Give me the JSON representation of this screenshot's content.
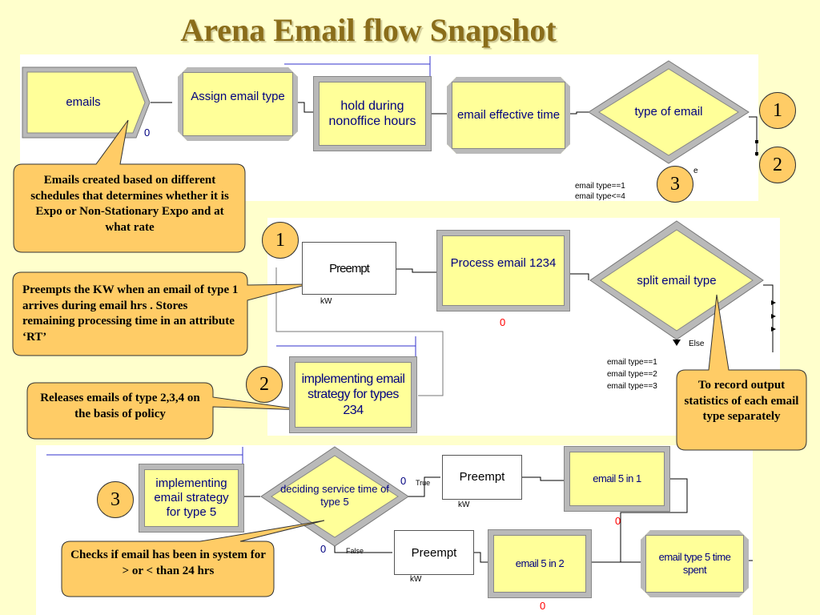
{
  "title": "Arena Email flow Snapshot",
  "flow1": {
    "emails": "emails",
    "assign": "Assign email type",
    "hold": "hold during nonoffice hours",
    "effective": "email effective time",
    "type_decide": "type of email",
    "cond1": "email type==1",
    "cond2": "email type<=4",
    "else_partial": "e",
    "counter": "0"
  },
  "flow2": {
    "preempt": "Preempt",
    "kw": "kW",
    "process": "Process email 1234",
    "split": "split email type",
    "implementing": "implementing email strategy for types 234",
    "cond1": "email type==1",
    "cond2": "email type==2",
    "cond3": "email type==3",
    "else": "Else",
    "counter": "0"
  },
  "flow3": {
    "implementing5": "implementing email strategy for type 5",
    "deciding": "deciding service time of type 5",
    "true_label": "True",
    "false_label": "False",
    "preempt_a": "Preempt",
    "preempt_b": "Preempt",
    "kw": "kW",
    "email5in1": "email 5 in 1",
    "email5in2": "email 5 in 2",
    "time_spent": "email type 5 time spent",
    "counter": "0"
  },
  "callouts": {
    "c1": "Emails created based on different schedules that determines whether it is Expo or Non-Stationary Expo and at what rate",
    "c2": "Preempts the KW when an email of type 1 arrives during email hrs . Stores remaining processing time in an attribute ‘RT’",
    "c3": "Releases emails of type 2,3,4 on the basis of policy",
    "c4": "To record output statistics of each email type separately",
    "c5": "Checks if email has been in system for > or < than 24 hrs"
  },
  "numbers": {
    "n1": "1",
    "n2": "2",
    "n3": "3"
  },
  "colors": {
    "background": "#ffffcc",
    "module_fill": "#ffff99",
    "callout_fill": "#ffcc66",
    "module_text": "#000080"
  }
}
